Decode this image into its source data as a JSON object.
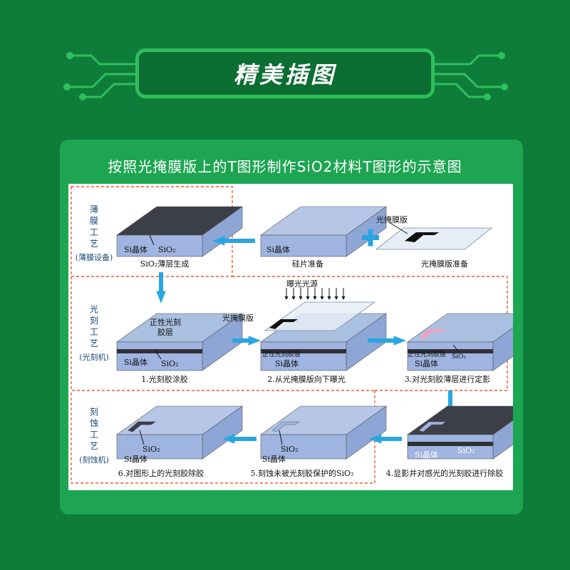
{
  "header": {
    "title": "精美插图"
  },
  "card": {
    "title": "按照光掩膜版上的T图形制作SiO2材料T图形的示意图"
  },
  "sections": {
    "thin_film": {
      "name": [
        "薄",
        "膜",
        "工",
        "艺"
      ],
      "equipment": "(薄膜设备)"
    },
    "lithography": {
      "name": [
        "光",
        "刻",
        "工",
        "艺"
      ],
      "equipment": "(光刻机)"
    },
    "etching": {
      "name": [
        "刻",
        "蚀",
        "工",
        "艺"
      ],
      "equipment": "(刻蚀机)"
    }
  },
  "steps": {
    "s_sio2": "SiO₂薄层生成",
    "s_wafer": "硅片准备",
    "s_mask": "光掩膜版准备",
    "s1": "1.光刻胶涂胶",
    "s2": "2.从光掩膜版向下曝光",
    "s3": "3.对光刻胶薄层进行定影",
    "s4": "4.显影并对感光的光刻胶进行除胶",
    "s5": "5.刻蚀未被光刻胶保护的SiO₂",
    "s6": "6.对图形上的光刻胶除胶"
  },
  "labels": {
    "si": "Si晶体",
    "sio2": "SiO₂",
    "mask": "光掩膜版",
    "light": "曝光光源",
    "resist": "正性光刻胶层",
    "resist_lines": [
      "正性光刻",
      "胶层"
    ]
  },
  "colors": {
    "bg": "#0f7d3a",
    "card": "#1ea552",
    "accent": "#2fbf5c",
    "arrow": "#29a6e0",
    "dash": "#f05a28",
    "block_top": "#b6c6e6",
    "block_side": "#8ea6d6",
    "block_front": "#9fb4e0"
  }
}
